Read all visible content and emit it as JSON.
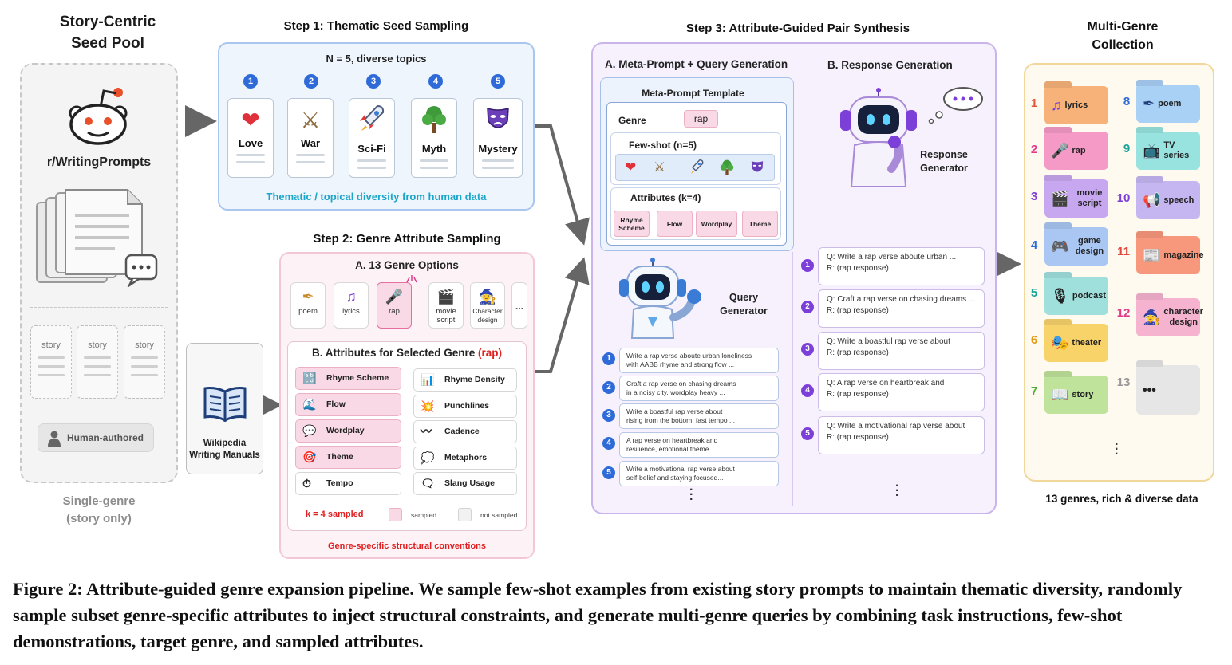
{
  "seed_pool": {
    "title_line1": "Story-Centric",
    "title_line2": "Seed Pool",
    "source": "r/WritingPrompts",
    "story_cards": [
      "story",
      "story",
      "story"
    ],
    "human_label": "Human-authored",
    "footer_line1": "Single-genre",
    "footer_line2": "(story only)"
  },
  "step1": {
    "title": "Step 1: Thematic Seed Sampling",
    "header": "N = 5, diverse topics",
    "topics": [
      {
        "num": "1",
        "label": "Love",
        "icon": "heart-icon",
        "glyph": "❤"
      },
      {
        "num": "2",
        "label": "War",
        "icon": "swords-icon",
        "glyph": "⚔"
      },
      {
        "num": "3",
        "label": "Sci-Fi",
        "icon": "rocket-icon",
        "glyph": "🚀"
      },
      {
        "num": "4",
        "label": "Myth",
        "icon": "tree-icon",
        "glyph": "🌳"
      },
      {
        "num": "5",
        "label": "Mystery",
        "icon": "mask-icon",
        "glyph": "🎭"
      }
    ],
    "footer": "Thematic / topical diversity from human data"
  },
  "wiki": {
    "line1": "Wikipedia",
    "line2": "Writing Manuals"
  },
  "step2": {
    "title": "Step 2: Genre Attribute Sampling",
    "options_title": "A. 13 Genre Options",
    "genres": [
      {
        "label": "poem",
        "icon": "quill-icon",
        "glyph": "✒"
      },
      {
        "label": "lyrics",
        "icon": "music-note-icon",
        "glyph": "♫"
      },
      {
        "label": "rap",
        "icon": "microphone-icon",
        "glyph": "🎤",
        "selected": true
      },
      {
        "label": "movie script",
        "icon": "clapperboard-icon",
        "glyph": "🎬"
      },
      {
        "label": "Character design",
        "icon": "wizard-hat-icon",
        "glyph": "🧙"
      },
      {
        "label": "...",
        "icon": "more-icon",
        "glyph": ""
      }
    ],
    "attr_title_prefix": "B. Attributes for Selected Genre ",
    "attr_title_genre": "(rap)",
    "attributes_left": [
      {
        "label": "Rhyme Scheme",
        "icon": "rhyme-icon",
        "glyph": "🔡",
        "sampled": true
      },
      {
        "label": "Flow",
        "icon": "wave-icon",
        "glyph": "🌊",
        "sampled": true
      },
      {
        "label": "Wordplay",
        "icon": "speech-bubble-icon",
        "glyph": "💬",
        "sampled": true
      },
      {
        "label": "Theme",
        "icon": "target-icon",
        "glyph": "🎯",
        "sampled": true
      },
      {
        "label": "Tempo",
        "icon": "stopwatch-icon",
        "glyph": "⏱",
        "sampled": false
      }
    ],
    "attributes_right": [
      {
        "label": "Rhyme Density",
        "icon": "bar-chart-icon",
        "glyph": "📊",
        "sampled": false
      },
      {
        "label": "Punchlines",
        "icon": "burst-icon",
        "glyph": "💥",
        "sampled": false
      },
      {
        "label": "Cadence",
        "icon": "waveform-icon",
        "glyph": "〰",
        "sampled": false
      },
      {
        "label": "Metaphors",
        "icon": "thought-bubble-icon",
        "glyph": "💭",
        "sampled": false
      },
      {
        "label": "Slang Usage",
        "icon": "chat-dots-icon",
        "glyph": "🗨",
        "sampled": false
      }
    ],
    "legend_k": "k = 4 sampled",
    "legend_sampled": "sampled",
    "legend_not_sampled": "not sampled",
    "footer": "Genre-specific structural conventions"
  },
  "step3": {
    "title": "Step 3: Attribute-Guided Pair Synthesis",
    "a_title": "A. Meta-Prompt + Query Generation",
    "b_title": "B. Response Generation",
    "template_title": "Meta-Prompt Template",
    "genre_label": "Genre",
    "genre_value": "rap",
    "fewshot_label": "Few-shot (n=5)",
    "attributes_label": "Attributes (k=4)",
    "attr_chips": [
      "Rhyme Scheme",
      "Flow",
      "Wordplay",
      "Theme"
    ],
    "query_gen_line1": "Query",
    "query_gen_line2": "Generator",
    "response_gen_line1": "Response",
    "response_gen_line2": "Generator",
    "queries": [
      {
        "num": "1",
        "line1": "Write a rap verse aboute urban loneliness",
        "line2": "with AABB rhyme and strong flow ..."
      },
      {
        "num": "2",
        "line1": "Craft a rap verse on chasing dreams",
        "line2": "in a noisy city, wordplay heavy ..."
      },
      {
        "num": "3",
        "line1": "Write a boastful rap verse about",
        "line2": "rising from the bottom, fast tempo ..."
      },
      {
        "num": "4",
        "line1": "A rap verse on heartbreak and",
        "line2": "resilience, emotional theme ..."
      },
      {
        "num": "5",
        "line1": "Write a motivational rap verse about",
        "line2": "self-belief and staying focused..."
      }
    ],
    "pairs": [
      {
        "num": "1",
        "q": "Q: Write a rap verse aboute urban ...",
        "r": "R: (rap response)"
      },
      {
        "num": "2",
        "q": "Q: Craft a rap verse on chasing dreams ...",
        "r": "R: (rap response)"
      },
      {
        "num": "3",
        "q": "Q: Write a boastful rap verse about",
        "r": "R: (rap response)"
      },
      {
        "num": "4",
        "q": "Q: A rap verse on heartbreak and",
        "r": "R: (rap response)"
      },
      {
        "num": "5",
        "q": "Q: Write a motivational rap verse about",
        "r": "R: (rap response)"
      }
    ]
  },
  "multi_genre": {
    "title_line1": "Multi-Genre",
    "title_line2": "Collection",
    "folders_left": [
      {
        "num": "1",
        "label": "lyrics",
        "icon": "music-note-icon",
        "glyph": "♫",
        "color": "#f7b27a",
        "num_color": "#e0573a"
      },
      {
        "num": "2",
        "label": "rap",
        "icon": "microphone-icon",
        "glyph": "🎤",
        "color": "#f59ac7",
        "num_color": "#e03c8a"
      },
      {
        "num": "3",
        "label": "movie script",
        "icon": "clapperboard-icon",
        "glyph": "🎬",
        "color": "#c7a7ef",
        "num_color": "#7c3fd8"
      },
      {
        "num": "4",
        "label": "game design",
        "icon": "gamepad-icon",
        "glyph": "🎮",
        "color": "#a9c7f2",
        "num_color": "#2f6bd8"
      },
      {
        "num": "5",
        "label": "podcast",
        "icon": "microphone-icon",
        "glyph": "🎙",
        "color": "#9fe0dc",
        "num_color": "#1aa59b"
      },
      {
        "num": "6",
        "label": "theater",
        "icon": "theater-masks-icon",
        "glyph": "🎭",
        "color": "#f8d36a",
        "num_color": "#e09a1a"
      },
      {
        "num": "7",
        "label": "story",
        "icon": "book-icon",
        "glyph": "📖",
        "color": "#bfe39a",
        "num_color": "#4caf3a"
      }
    ],
    "folders_right": [
      {
        "num": "8",
        "label": "poem",
        "icon": "quill-icon",
        "glyph": "✒",
        "color": "#a9d0f5",
        "num_color": "#2f6bd8"
      },
      {
        "num": "9",
        "label": "TV series",
        "icon": "tv-icon",
        "glyph": "📺",
        "color": "#98e3e0",
        "num_color": "#1aa59b"
      },
      {
        "num": "10",
        "label": "speech",
        "icon": "megaphone-icon",
        "glyph": "📢",
        "color": "#c5b6f2",
        "num_color": "#7c3fd8"
      },
      {
        "num": "11",
        "label": "magazine",
        "icon": "newspaper-icon",
        "glyph": "📰",
        "color": "#f7987c",
        "num_color": "#e0473a"
      },
      {
        "num": "12",
        "label": "character design",
        "icon": "wizard-hat-icon",
        "glyph": "🧙",
        "color": "#f6b3cf",
        "num_color": "#e03c8a"
      },
      {
        "num": "13",
        "label": "•••",
        "icon": "more-icon",
        "glyph": "",
        "color": "#e6e6e6",
        "num_color": "#999999"
      }
    ],
    "footer": "13 genres, rich & diverse data"
  },
  "caption": "Figure 2: Attribute-guided genre expansion pipeline. We sample few-shot examples from existing story prompts to maintain thematic diversity, randomly sample subset genre-specific attributes to inject structural constraints, and generate multi-genre queries by combining task instructions, few-shot demonstrations, target genre, and sampled attributes.",
  "colors": {
    "step1_blue": "#2f6bd8",
    "step2_pink": "#e03c8a",
    "step3_purple": "#7c3fd8",
    "accent_red": "#e02020",
    "cyan_text": "#1aa5c9"
  }
}
